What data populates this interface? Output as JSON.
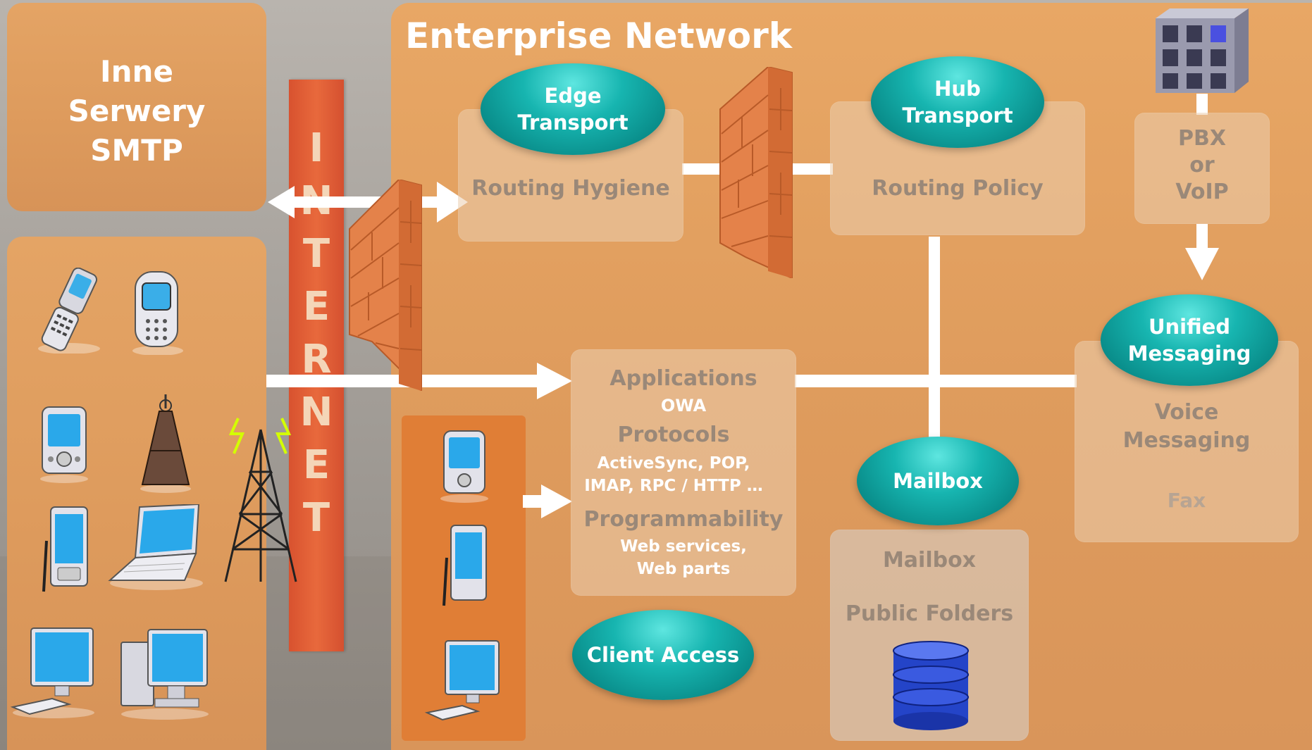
{
  "smtp_panel": {
    "lines": [
      "Inne",
      "Serwery",
      "SMTP"
    ]
  },
  "internet": {
    "letters": [
      "I",
      "N",
      "T",
      "E",
      "R",
      "N",
      "E",
      "T"
    ]
  },
  "enterprise": {
    "title": "Enterprise Network"
  },
  "edge_transport": {
    "title_lines": [
      "Edge",
      "Transport"
    ],
    "role": "Routing Hygiene"
  },
  "hub_transport": {
    "title_lines": [
      "Hub",
      "Transport"
    ],
    "role": "Routing Policy"
  },
  "pbx": {
    "lines": [
      "PBX",
      "or",
      "VoIP"
    ]
  },
  "unified_messaging": {
    "title_lines": [
      "Unified",
      "Messaging"
    ],
    "voice_lines": [
      "Voice",
      "Messaging"
    ],
    "fax": "Fax"
  },
  "client_access": {
    "title": "Client Access",
    "applications": "Applications",
    "owa": "OWA",
    "protocols": "Protocols",
    "protocols_detail": [
      "ActiveSync, POP,",
      "IMAP, RPC / HTTP …"
    ],
    "programmability": "Programmability",
    "programmability_detail": [
      "Web services,",
      "Web parts"
    ]
  },
  "mailbox": {
    "title": "Mailbox",
    "label": "Mailbox",
    "public_folders": "Public Folders"
  },
  "colors": {
    "panel_orange": "#e0a062",
    "internet_bar": "#e0643a",
    "teal": "#14aaa6",
    "firewall": "#e07a3a",
    "database": "#1f3fbf"
  },
  "icons": {
    "devices_left": [
      "flip-phone-icon",
      "mobile-phone-icon",
      "pda-icon",
      "radio-tower-icon",
      "pocket-pc-icon",
      "laptop-icon",
      "desktop-monitor-icon",
      "desktop-computer-icon"
    ],
    "antenna": "cell-tower-icon",
    "devices_inner": [
      "pda-icon",
      "pocket-pc-icon",
      "desktop-monitor-icon"
    ],
    "server": "server-tower-icon",
    "storage": "database-icon",
    "firewalls": [
      "firewall-icon",
      "firewall-icon"
    ]
  }
}
